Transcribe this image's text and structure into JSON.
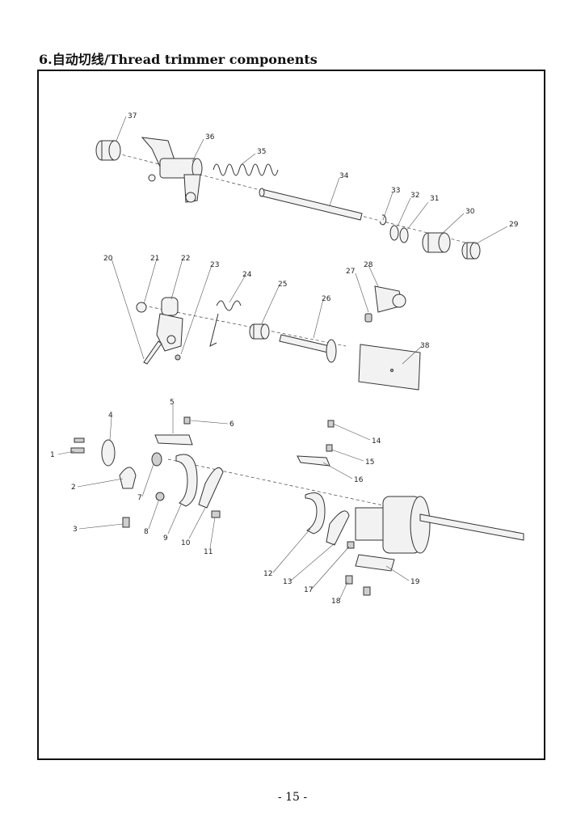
{
  "heading": "6.自动切线/Thread trimmer components",
  "page_number": "- 15 -",
  "part_labels": [
    "1",
    "2",
    "3",
    "4",
    "5",
    "6",
    "7",
    "8",
    "9",
    "10",
    "11",
    "12",
    "13",
    "14",
    "15",
    "16",
    "17",
    "18",
    "19",
    "20",
    "21",
    "22",
    "23",
    "24",
    "25",
    "26",
    "27",
    "28",
    "29",
    "30",
    "31",
    "32",
    "33",
    "34",
    "35",
    "36",
    "37",
    "38"
  ]
}
